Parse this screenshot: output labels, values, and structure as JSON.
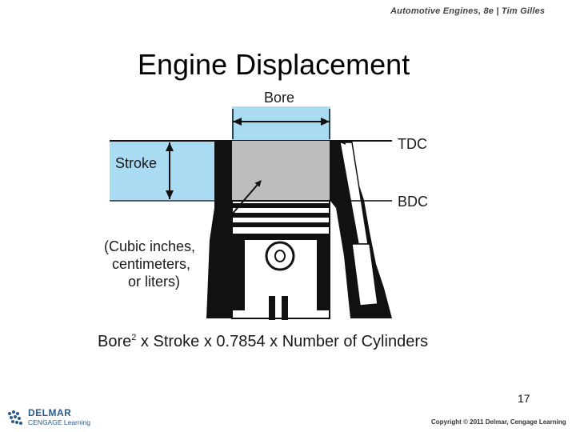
{
  "header": {
    "text": "Automotive Engines, 8e  |  Tim Gilles"
  },
  "slide": {
    "title": "Engine Displacement",
    "page_number": "17"
  },
  "diagram": {
    "labels": {
      "bore": "Bore",
      "stroke": "Stroke",
      "tdc": "TDC",
      "bdc": "BDC",
      "volume_line1": "(Cubic inches,",
      "volume_line2": "centimeters,",
      "volume_line3": "or liters)"
    },
    "colors": {
      "highlight": "#a9dbf2",
      "cylinder_fill": "#bdbdbd",
      "metal": "#111111"
    }
  },
  "formula": {
    "part1": "Bore",
    "exponent": "2",
    "part2": " x Stroke x 0.7854 x Number of Cylinders"
  },
  "footer": {
    "logo_line1": "DELMAR",
    "logo_line2": "CENGAGE Learning",
    "copyright": "Copyright © 2011 Delmar, Cengage Learning"
  }
}
